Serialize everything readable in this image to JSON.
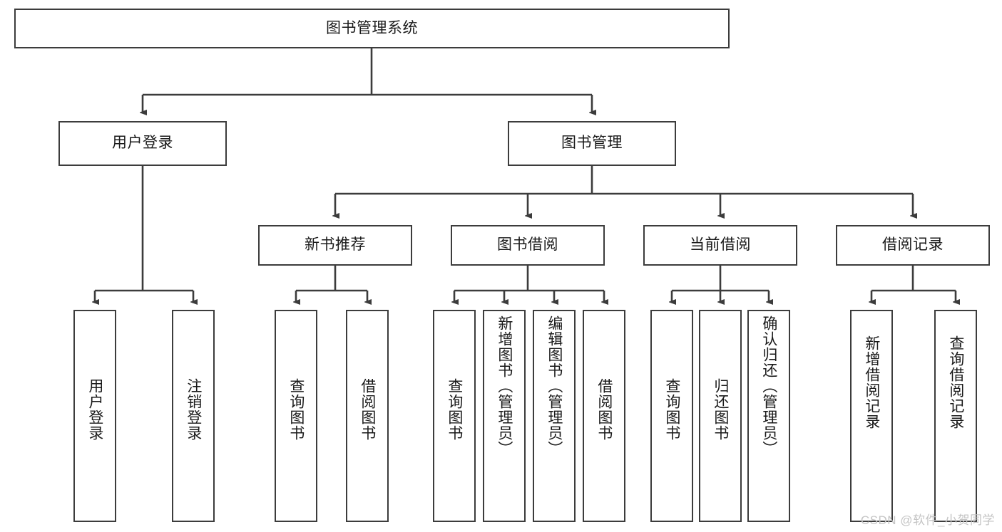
{
  "diagram": {
    "type": "hierarchy-tree",
    "title": "图书管理系统",
    "root": {
      "id": "root",
      "label": "图书管理系统"
    },
    "level2": [
      {
        "id": "user-login",
        "label": "用户登录"
      },
      {
        "id": "book-manage",
        "label": "图书管理"
      }
    ],
    "level3": [
      {
        "id": "new-book-recommend",
        "label": "新书推荐",
        "parent": "book-manage"
      },
      {
        "id": "book-borrow",
        "label": "图书借阅",
        "parent": "book-manage"
      },
      {
        "id": "current-borrow",
        "label": "当前借阅",
        "parent": "book-manage"
      },
      {
        "id": "borrow-record",
        "label": "借阅记录",
        "parent": "book-manage"
      }
    ],
    "leaves": [
      {
        "id": "leaf-user-login",
        "label": "用户登录",
        "parent": "user-login"
      },
      {
        "id": "leaf-logout",
        "label": "注销登录",
        "parent": "user-login"
      },
      {
        "id": "leaf-query-book-1",
        "label": "查询图书",
        "parent": "new-book-recommend"
      },
      {
        "id": "leaf-borrow-book-1",
        "label": "借阅图书",
        "parent": "new-book-recommend"
      },
      {
        "id": "leaf-query-book-2",
        "label": "查询图书",
        "parent": "book-borrow"
      },
      {
        "id": "leaf-add-book",
        "label": "新增图书（管理员）",
        "parent": "book-borrow"
      },
      {
        "id": "leaf-edit-book",
        "label": "编辑图书（管理员）",
        "parent": "book-borrow"
      },
      {
        "id": "leaf-borrow-book-2",
        "label": "借阅图书",
        "parent": "book-borrow"
      },
      {
        "id": "leaf-query-book-3",
        "label": "查询图书",
        "parent": "current-borrow"
      },
      {
        "id": "leaf-return-book",
        "label": "归还图书",
        "parent": "current-borrow"
      },
      {
        "id": "leaf-confirm-return",
        "label": "确认归还（管理员）",
        "parent": "current-borrow"
      },
      {
        "id": "leaf-add-record",
        "label": "新增借阅记录",
        "parent": "borrow-record"
      },
      {
        "id": "leaf-query-record",
        "label": "查询借阅记录",
        "parent": "borrow-record"
      }
    ],
    "colors": {
      "border": "#3c3c3c",
      "background": "#ffffff",
      "text": "#1a1a1a",
      "watermark": "#c4c4c4"
    }
  },
  "watermark": {
    "text": "CSDN @软件_小贺同学"
  }
}
